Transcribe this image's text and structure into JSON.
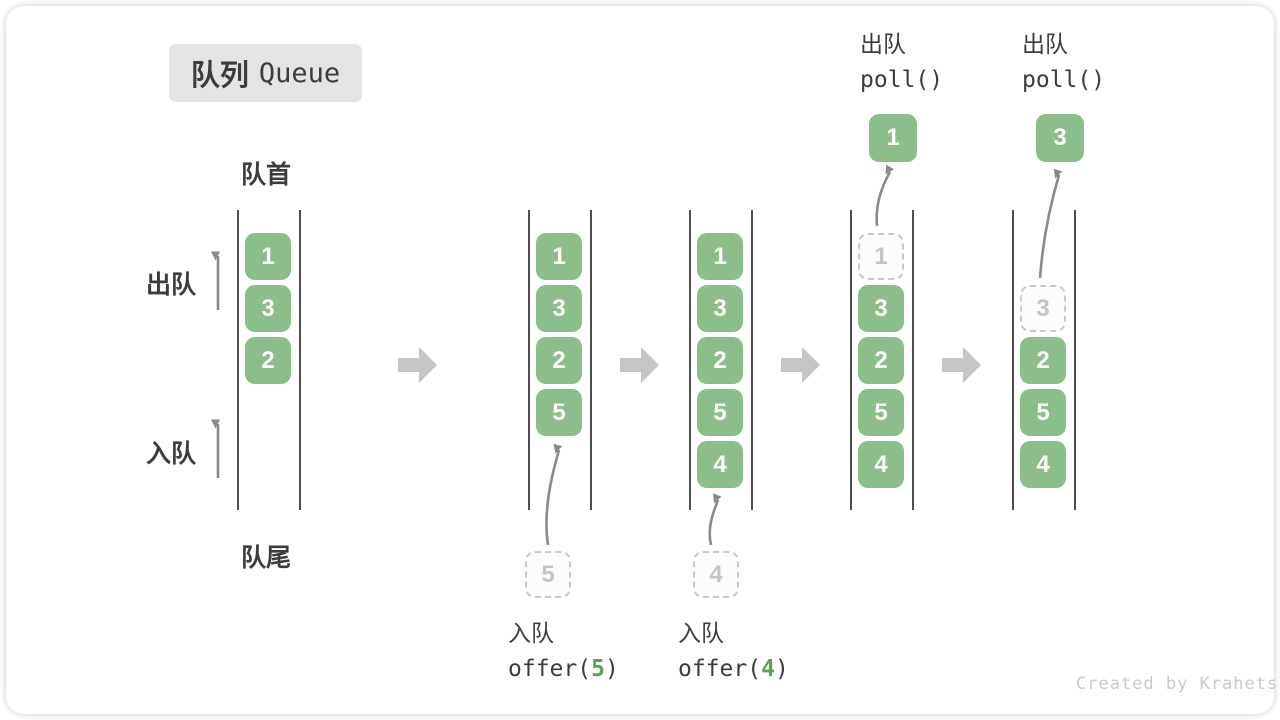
{
  "title": {
    "zh": "队列",
    "en": "Queue"
  },
  "side_labels": {
    "front": "队首",
    "rear": "队尾",
    "dequeue": "出队",
    "enqueue": "入队"
  },
  "watermark": "Created by Krahets",
  "colors": {
    "green": "#8CBE8C",
    "digit_green": "#5BA05B",
    "text": "#3C3C3C",
    "line": "#4D4D4D",
    "thin_arrow": "#8A8A8A",
    "block_arrow": "#C5C5C5",
    "dashed_border": "#C9C9C9",
    "dashed_text": "#C4C4C4",
    "badge_bg": "#E4E4E4",
    "watermark": "#C9C9C9"
  },
  "columns": [
    {
      "cells": [
        {
          "value": "1",
          "style": "solid"
        },
        {
          "value": "3",
          "style": "solid"
        },
        {
          "value": "2",
          "style": "solid"
        }
      ]
    },
    {
      "cells": [
        {
          "value": "1",
          "style": "solid"
        },
        {
          "value": "3",
          "style": "solid"
        },
        {
          "value": "2",
          "style": "solid"
        },
        {
          "value": "5",
          "style": "solid"
        }
      ],
      "incoming": {
        "value": "5"
      },
      "caption": {
        "line1": "入队",
        "fn_open": "offer(",
        "arg": "5",
        "fn_close": ")"
      }
    },
    {
      "cells": [
        {
          "value": "1",
          "style": "solid"
        },
        {
          "value": "3",
          "style": "solid"
        },
        {
          "value": "2",
          "style": "solid"
        },
        {
          "value": "5",
          "style": "solid"
        },
        {
          "value": "4",
          "style": "solid"
        }
      ],
      "incoming": {
        "value": "4"
      },
      "caption": {
        "line1": "入队",
        "fn_open": "offer(",
        "arg": "4",
        "fn_close": ")"
      }
    },
    {
      "cells": [
        {
          "value": "1",
          "style": "dashed"
        },
        {
          "value": "3",
          "style": "solid"
        },
        {
          "value": "2",
          "style": "solid"
        },
        {
          "value": "5",
          "style": "solid"
        },
        {
          "value": "4",
          "style": "solid"
        }
      ],
      "outgoing": {
        "value": "1"
      },
      "caption": {
        "line1": "出队",
        "line2": "poll()"
      }
    },
    {
      "cells": [
        {
          "value": "3",
          "style": "dashed"
        },
        {
          "value": "2",
          "style": "solid"
        },
        {
          "value": "5",
          "style": "solid"
        },
        {
          "value": "4",
          "style": "solid"
        }
      ],
      "outgoing": {
        "value": "3"
      },
      "caption": {
        "line1": "出队",
        "line2": "poll()"
      }
    }
  ]
}
